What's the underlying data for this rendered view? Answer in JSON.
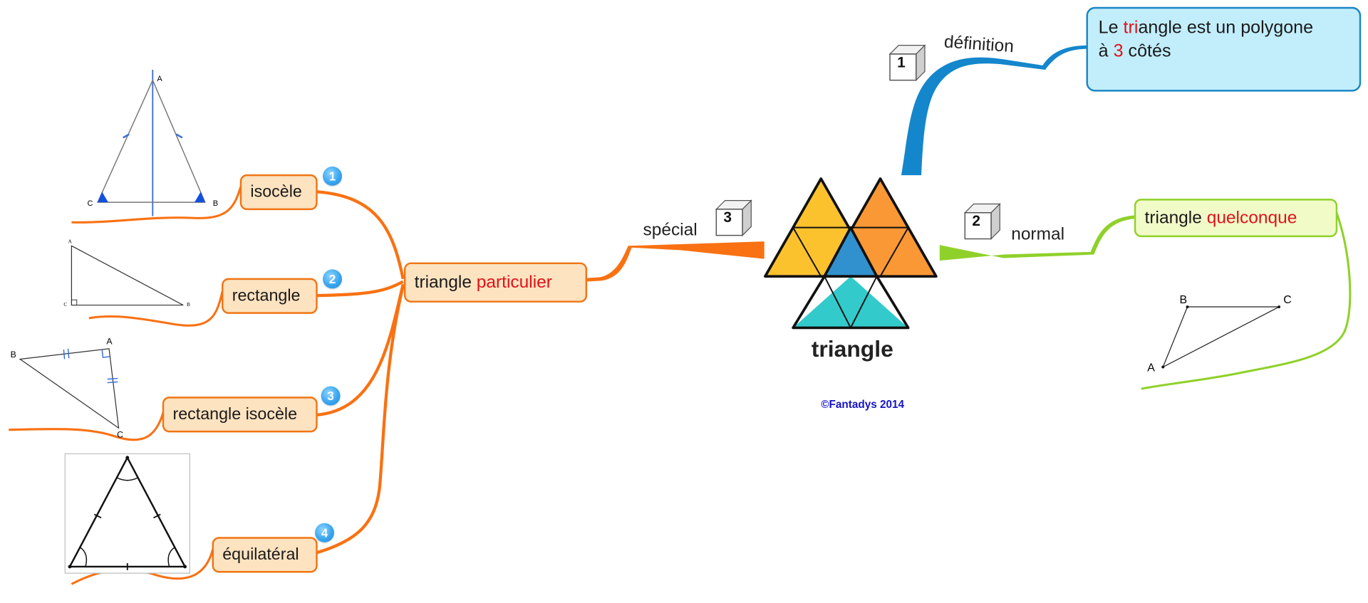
{
  "central": {
    "title": "triangle",
    "copyright": "©Fantadys 2014",
    "colors": {
      "yellow": "#fcc22e",
      "orange": "#fa9835",
      "blue": "#3191cf",
      "teal": "#33cacb"
    }
  },
  "branches": {
    "definition": {
      "label": "définition",
      "order": "1",
      "color": "#1486cc",
      "node": {
        "text_parts": [
          "Le ",
          "tri",
          "angle est un polygone",
          "à ",
          "3",
          " côtés"
        ]
      }
    },
    "normal": {
      "label": "normal",
      "order": "2",
      "color": "#8fd12a",
      "node": {
        "text_normal": "triangle",
        "text_highlight": "quelconque"
      },
      "figure": {
        "vertices": [
          "A",
          "B",
          "C"
        ]
      }
    },
    "special": {
      "label": "spécial",
      "order": "3",
      "color": "#f97112",
      "node": {
        "text_normal": "triangle",
        "text_highlight": "particulier"
      },
      "children": [
        {
          "label": "isocèle",
          "badge": "1",
          "figure_vertices": [
            "A",
            "B",
            "C"
          ]
        },
        {
          "label": "rectangle",
          "badge": "2",
          "figure_vertices": [
            "A",
            "B",
            "C"
          ]
        },
        {
          "label": "rectangle isocèle",
          "badge": "3",
          "figure_vertices": [
            "A",
            "B",
            "C"
          ]
        },
        {
          "label": "équilatéral",
          "badge": "4"
        }
      ]
    }
  },
  "highlight_color": "#e0121a"
}
